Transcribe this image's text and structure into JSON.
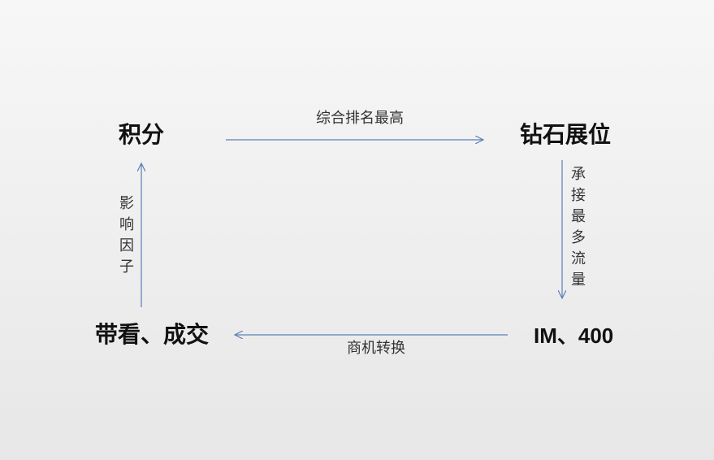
{
  "nodes": {
    "points": "积分",
    "diamond_booth": "钻石展位",
    "im_400": "IM、400",
    "viewing_deal": "带看、成交"
  },
  "edges": {
    "top": "综合排名最高",
    "right": [
      "承",
      "接",
      "最",
      "多",
      "流",
      "量"
    ],
    "bottom": "商机转换",
    "left": [
      "影",
      "响",
      "因",
      "子"
    ]
  },
  "colors": {
    "arrow": "#5b7fb8",
    "text": "#111111"
  }
}
